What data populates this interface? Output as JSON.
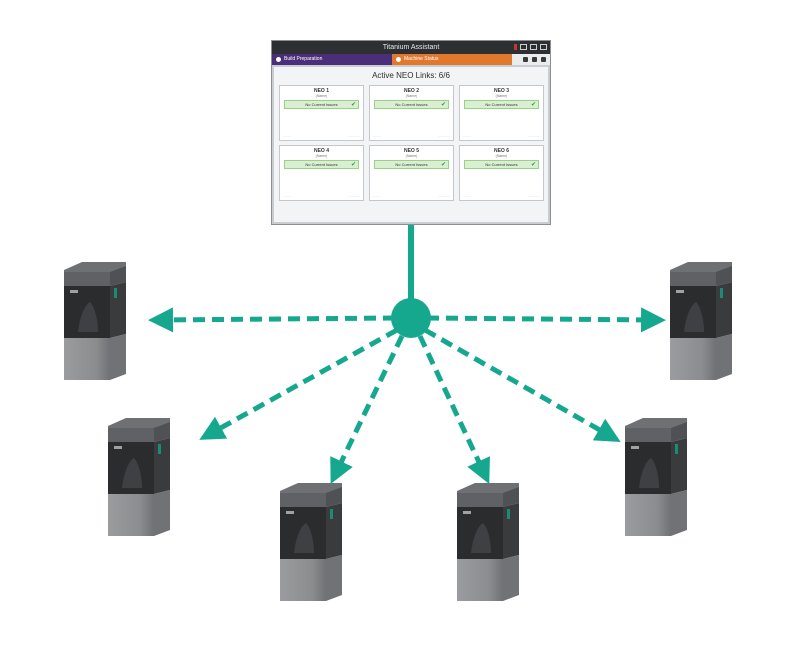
{
  "monitor": {
    "app_title": "Titanium Assistant",
    "tabs": [
      {
        "label": "Build Preparation",
        "color": "#4b2e7a"
      },
      {
        "label": "Machine Status",
        "color": "#e0782e"
      }
    ],
    "heading": "Active NEO Links: 6/6",
    "cards": [
      {
        "name": "NEO 1",
        "sub": "(Name)",
        "status": "No Current Issues"
      },
      {
        "name": "NEO 2",
        "sub": "(Name)",
        "status": "No Current Issues"
      },
      {
        "name": "NEO 3",
        "sub": "(Name)",
        "status": "No Current Issues"
      },
      {
        "name": "NEO 4",
        "sub": "(Name)",
        "status": "No Current Issues"
      },
      {
        "name": "NEO 5",
        "sub": "(Name)",
        "status": "No Current Issues"
      },
      {
        "name": "NEO 6",
        "sub": "(Name)",
        "status": "No Current Issues"
      }
    ],
    "status_color": "#d8f0d0",
    "check_icon": "check-icon"
  },
  "hub": {
    "color": "#16a88f",
    "link_style": "dashed-arrow"
  },
  "printers": {
    "count": 6,
    "body_color": "#8d8f92",
    "top_color": "#5f6164",
    "window_color": "#2b2c2e",
    "icon": "3d-printer-icon"
  }
}
